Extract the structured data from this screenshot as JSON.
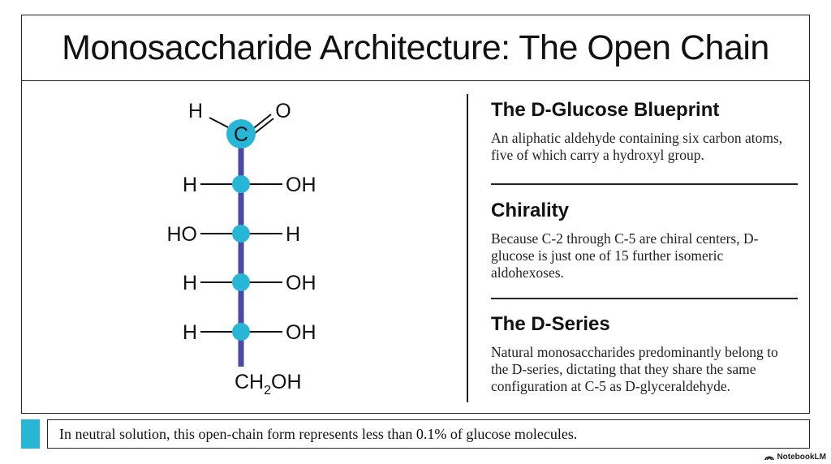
{
  "title": "Monosaccharide Architecture: The Open Chain",
  "structure": {
    "top": {
      "left": "H",
      "center": "C",
      "right": "O"
    },
    "rows": [
      {
        "left": "H",
        "right": "OH"
      },
      {
        "left": "HO",
        "right": "H"
      },
      {
        "left": "H",
        "right": "OH"
      },
      {
        "left": "H",
        "right": "OH"
      }
    ],
    "bottom": {
      "prefix": "CH",
      "subscript": "2",
      "suffix": "OH"
    },
    "colors": {
      "backbone": "#4a4aa6",
      "node": "#27b6d6",
      "bond": "#111111"
    }
  },
  "sections": [
    {
      "heading": "The D-Glucose Blueprint",
      "body": "An aliphatic aldehyde containing six carbon atoms, five of which carry a hydroxyl group."
    },
    {
      "heading": "Chirality",
      "body": "Because C-2 through C-5 are chiral centers, D-glucose is just one of 15 further isomeric aldohexoses."
    },
    {
      "heading": "The D-Series",
      "body": "Natural monosaccharides predominantly belong to the D-series, dictating that they share the same configuration at C-5 as D-glyceraldehyde."
    }
  ],
  "note": "In neutral solution, this open-chain form represents less than 0.1% of glucose molecules.",
  "branding": {
    "label": "NotebookLM"
  },
  "accent_color": "#27b6d6"
}
